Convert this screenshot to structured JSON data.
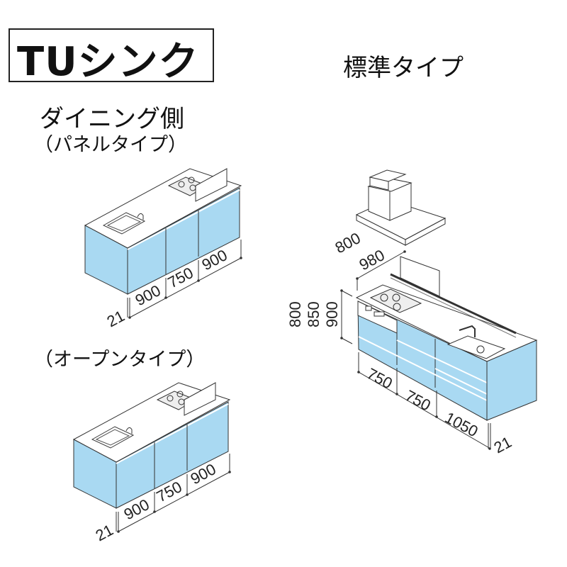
{
  "title": "TUシンク",
  "standard_type": "標準タイプ",
  "dining_side": "ダイニング側",
  "panel_type": "（パネルタイプ）",
  "open_type": "（オープンタイプ）",
  "colors": {
    "cabinet": "#a9d9f2",
    "line": "#333333"
  },
  "panel_dims": {
    "side": "21",
    "w1": "900",
    "w2": "750",
    "w3": "900"
  },
  "open_dims": {
    "side": "21",
    "w1": "900",
    "w2": "750",
    "w3": "900"
  },
  "standard_dims": {
    "hood_a": "800",
    "hood_b": "980",
    "height_a": "800",
    "height_b": "850",
    "height_c": "900",
    "w1": "750",
    "w2": "750",
    "w3": "1050",
    "side": "21"
  }
}
